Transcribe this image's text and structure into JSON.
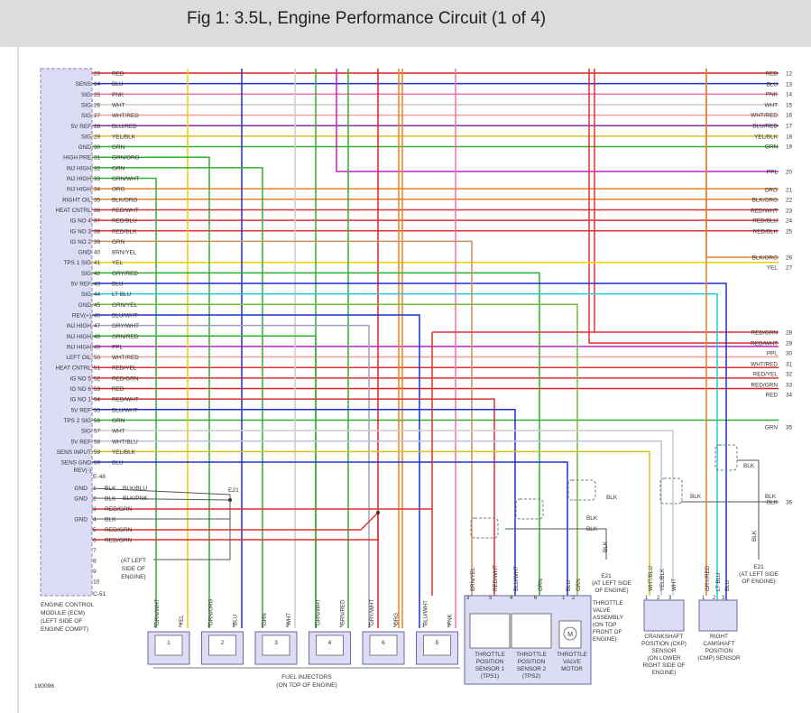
{
  "title": "Fig 1: 3.5L, Engine Performance Circuit (1 of 4)",
  "figure_id": "190096",
  "ecm": {
    "label_lines": [
      "ENGINE CONTROL",
      "MODULE (ECM)",
      "(LEFT SIDE OF",
      "ENGINE COMPT)"
    ],
    "connector_top": "E-48",
    "connector_bottom": "C-51"
  },
  "ecm_pins": [
    {
      "pin": "23",
      "sig": "",
      "wire": "RED",
      "color": "#e02020"
    },
    {
      "pin": "24",
      "sig": "SENS",
      "wire": "BLU",
      "color": "#2030d0"
    },
    {
      "pin": "25",
      "sig": "SIG",
      "wire": "PNK",
      "color": "#f070b0"
    },
    {
      "pin": "26",
      "sig": "SIG",
      "wire": "WHT",
      "color": "#cccccc"
    },
    {
      "pin": "27",
      "sig": "SIG",
      "wire": "WHT/RED",
      "color": "#f0a0a0"
    },
    {
      "pin": "28",
      "sig": "5V REF",
      "wire": "BLU/RED",
      "color": "#8030a0"
    },
    {
      "pin": "29",
      "sig": "SIG",
      "wire": "YEL/BLK",
      "color": "#d8c020"
    },
    {
      "pin": "30",
      "sig": "GND",
      "wire": "GRN",
      "color": "#30b030"
    },
    {
      "pin": "31",
      "sig": "HIGH PRE",
      "wire": "GRN/ORG",
      "color": "#30b030"
    },
    {
      "pin": "32",
      "sig": "INJ HIGH",
      "wire": "GRN",
      "color": "#30b030"
    },
    {
      "pin": "33",
      "sig": "INJ HIGH",
      "wire": "GRN/WHT",
      "color": "#30b030"
    },
    {
      "pin": "34",
      "sig": "INJ HIGH",
      "wire": "ORG",
      "color": "#f08020"
    },
    {
      "pin": "35",
      "sig": "RIGHT OIL",
      "wire": "BLK/ORG",
      "color": "#e08030"
    },
    {
      "pin": "36",
      "sig": "HEAT CNTRL",
      "wire": "RED/WHT",
      "color": "#e03030"
    },
    {
      "pin": "37",
      "sig": "IG NO 4",
      "wire": "RED/BLU",
      "color": "#e03030"
    },
    {
      "pin": "38",
      "sig": "IG NO 3",
      "wire": "RED/BLK",
      "color": "#e03030"
    },
    {
      "pin": "39",
      "sig": "IG NO 2",
      "wire": "GRN",
      "color": "#30b030"
    },
    {
      "pin": "40",
      "sig": "GND",
      "wire": "BRN/YEL",
      "color": "#c89060"
    },
    {
      "pin": "41",
      "sig": "TPS 1 SIG",
      "wire": "YEL",
      "color": "#e8d000"
    },
    {
      "pin": "42",
      "sig": "SIG",
      "wire": "GRY/RED",
      "color": "#e8d000"
    },
    {
      "pin": "43",
      "sig": "5V REF",
      "wire": "BLU",
      "color": "#2030d0"
    },
    {
      "pin": "44",
      "sig": "SIG",
      "wire": "LT BLU",
      "color": "#20c8e0"
    },
    {
      "pin": "45",
      "sig": "GND",
      "wire": "GRN/YEL",
      "color": "#70c030"
    },
    {
      "pin": "46",
      "sig": "REV(+)",
      "wire": "BLU/WHT",
      "color": "#2030d0"
    },
    {
      "pin": "47",
      "sig": "INJ HIGH",
      "wire": "GRY/WHT",
      "color": "#a0a0c0"
    },
    {
      "pin": "48",
      "sig": "INJ HIGH",
      "wire": "GRN/RED",
      "color": "#30b030"
    },
    {
      "pin": "49",
      "sig": "INJ HIGH",
      "wire": "PPL",
      "color": "#c020c0"
    },
    {
      "pin": "50",
      "sig": "LEFT OIL",
      "wire": "WHT/RED",
      "color": "#f0a0a0"
    },
    {
      "pin": "51",
      "sig": "HEAT CNTRL",
      "wire": "RED/YEL",
      "color": "#e03030"
    },
    {
      "pin": "52",
      "sig": "IG NO 5",
      "wire": "RED/GRN",
      "color": "#e03030"
    },
    {
      "pin": "53",
      "sig": "IG NO 6",
      "wire": "RED",
      "color": "#e02020"
    },
    {
      "pin": "54",
      "sig": "IG NO 1",
      "wire": "RED/WHT",
      "color": "#e03030"
    },
    {
      "pin": "55",
      "sig": "5V REF",
      "wire": "BLU/WHT",
      "color": "#2030d0"
    },
    {
      "pin": "56",
      "sig": "TPS 2 SIG",
      "wire": "GRN",
      "color": "#30b030"
    },
    {
      "pin": "57",
      "sig": "SIG",
      "wire": "WHT",
      "color": "#cccccc"
    },
    {
      "pin": "58",
      "sig": "5V REF",
      "wire": "WHT/BLU",
      "color": "#c0c0e0"
    },
    {
      "pin": "59",
      "sig": "SENS INPUT",
      "wire": "YEL/BLK",
      "color": "#d8c020"
    },
    {
      "pin": "60",
      "sig": "SENS GND",
      "wire": "BLU",
      "color": "#2030d0"
    }
  ],
  "ecm_last_label": "REV(-)",
  "right_pins": [
    {
      "num": "12",
      "wire": "RED",
      "color": "#e02020"
    },
    {
      "num": "13",
      "wire": "BLU",
      "color": "#2030d0"
    },
    {
      "num": "14",
      "wire": "PNK",
      "color": "#f070b0"
    },
    {
      "num": "15",
      "wire": "WHT",
      "color": "#cccccc"
    },
    {
      "num": "16",
      "wire": "WHT/RED",
      "color": "#f0a0a0"
    },
    {
      "num": "17",
      "wire": "BLU/RED",
      "color": "#8030a0"
    },
    {
      "num": "18",
      "wire": "YEL/BLK",
      "color": "#d8c020"
    },
    {
      "num": "19",
      "wire": "GRN",
      "color": "#30b030"
    },
    {
      "num": "20",
      "wire": "PPL",
      "color": "#c020c0"
    },
    {
      "num": "21",
      "wire": "ORG",
      "color": "#f08020"
    },
    {
      "num": "22",
      "wire": "BLK/ORG",
      "color": "#e08030"
    },
    {
      "num": "23",
      "wire": "RED/WHT",
      "color": "#e03030"
    },
    {
      "num": "24",
      "wire": "RED/BLU",
      "color": "#e03030"
    },
    {
      "num": "25",
      "wire": "RED/BLK",
      "color": "#e03030"
    },
    {
      "num": "26",
      "wire": "BLK/ORG",
      "color": "#e08030"
    },
    {
      "num": "27",
      "wire": "YEL",
      "color": "#e8d000"
    },
    {
      "num": "28",
      "wire": "RED/GRN",
      "color": "#e03030"
    },
    {
      "num": "29",
      "wire": "RED/WHT",
      "color": "#e03030"
    },
    {
      "num": "30",
      "wire": "PPL",
      "color": "#c020c0"
    },
    {
      "num": "31",
      "wire": "WHT/RED",
      "color": "#f0a0a0"
    },
    {
      "num": "32",
      "wire": "RED/YEL",
      "color": "#e03030"
    },
    {
      "num": "33",
      "wire": "RED/GRN",
      "color": "#e03030"
    },
    {
      "num": "34",
      "wire": "RED",
      "color": "#e02020"
    },
    {
      "num": "35",
      "wire": "GRN",
      "color": "#30b030"
    },
    {
      "num": "36",
      "wire": "BLK",
      "color": "#555555"
    }
  ],
  "ground_pins": [
    {
      "pin": "1",
      "sig": "GND",
      "wire": "BLK"
    },
    {
      "pin": "2",
      "sig": "GND",
      "wire": "BLK"
    },
    {
      "pin": "3",
      "sig": "",
      "wire": "RED/GRN"
    },
    {
      "pin": "4",
      "sig": "GND",
      "wire": "BLK"
    },
    {
      "pin": "5",
      "sig": "",
      "wire": "RED/GRN"
    },
    {
      "pin": "6",
      "sig": "",
      "wire": "RED/GRN"
    },
    {
      "pin": "7",
      "sig": "",
      "wire": ""
    },
    {
      "pin": "8",
      "sig": "",
      "wire": ""
    },
    {
      "pin": "9",
      "sig": "",
      "wire": ""
    },
    {
      "pin": "10",
      "sig": "",
      "wire": ""
    }
  ],
  "ground_side_labels": [
    "BLK/BLU",
    "BLK/PNK"
  ],
  "e21_label": "E21",
  "ground_note_lines": [
    "(AT LEFT",
    "SIDE OF",
    "ENGINE)"
  ],
  "ground_note2_lines": [
    "(AT LEFT SIDE",
    "OF ENGINE)"
  ],
  "ground_note3_lines": [
    "(AT LEFT SIDE",
    "OF ENGINE)"
  ],
  "injectors": {
    "label_lines": [
      "FUEL INJECTORS",
      "(ON TOP OF ENGINE)"
    ],
    "items": [
      {
        "num": "1",
        "w1": "GRN/WHT",
        "w2": "YEL"
      },
      {
        "num": "2",
        "w1": "GRN/ORG",
        "w2": "BLU"
      },
      {
        "num": "3",
        "w1": "GRN",
        "w2": "WHT"
      },
      {
        "num": "4",
        "w1": "GRN/WHT",
        "w2": "GRN/RED"
      },
      {
        "num": "6",
        "w1": "GRY/WHT",
        "w2": "ORG"
      },
      {
        "num": "5",
        "w1": "BLU/WHT",
        "w2": "PNK"
      }
    ]
  },
  "throttle": {
    "wires": [
      "BRN/YEL",
      "RED/WHT",
      "BLU/WHT",
      "GRN",
      "BLU",
      "GRN"
    ],
    "pins": [
      "3",
      "5",
      "4",
      "6",
      "1",
      "2"
    ],
    "sensor1_lines": [
      "THROTTLE",
      "POSITION",
      "SENSOR 1",
      "(TPS1)"
    ],
    "sensor2_lines": [
      "THROTTLE",
      "POSITION",
      "SENSOR 2",
      "(TPS2)"
    ],
    "motor_lines": [
      "THROTTLE",
      "VALVE",
      "MOTOR"
    ],
    "assembly_lines": [
      "THROTTLE",
      "VALVE",
      "ASSEMBLY",
      "(ON TOP",
      "FRONT OF",
      "ENGINE)"
    ]
  },
  "ckp": {
    "wires": [
      "WHT/BLU",
      "YEL/BLK",
      "WHT"
    ],
    "pins": [
      "1",
      "2",
      "3"
    ],
    "label_lines": [
      "CRANKSHAFT",
      "POSITION (CKP)",
      "SENSOR",
      "(ON LOWER",
      "RIGHT SIDE OF",
      "ENGINE)"
    ]
  },
  "cmp": {
    "wires": [
      "GRY/RED",
      "LT BLU",
      "BLU"
    ],
    "pins": [
      "1",
      "2",
      "3"
    ],
    "label_lines": [
      "RIGHT",
      "CAMSHAFT",
      "POSITION",
      "(CMP) SENSOR"
    ]
  },
  "blk_label": "BLK"
}
